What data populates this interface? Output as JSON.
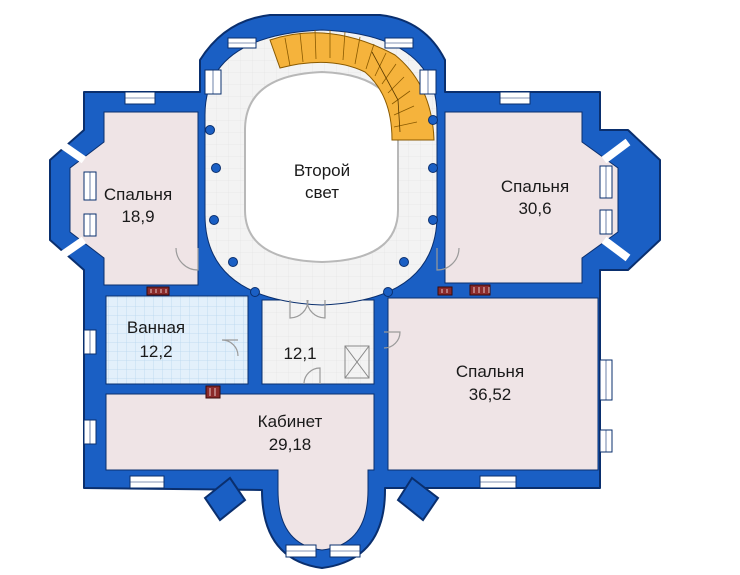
{
  "colors": {
    "wall": "#1a5fc4",
    "wall_outline": "#0a2f6e",
    "room_fill": "#efe4e6",
    "bath_fill": "#e3f0fb",
    "hall_fill": "#f2f2f2",
    "stair_fill": "#f5b33c",
    "window_fill": "#ffffff",
    "radiator": "#8b2a2a"
  },
  "rooms": {
    "bedroom_left": {
      "name": "Спальня",
      "area": "18,9"
    },
    "second_light": {
      "name_line1": "Второй",
      "name_line2": "свет"
    },
    "bedroom_right": {
      "name": "Спальня",
      "area": "30,6"
    },
    "bathroom": {
      "name": "Ванная",
      "area": "12,2"
    },
    "hall": {
      "area": "12,1"
    },
    "bedroom_bottom": {
      "name": "Спальня",
      "area": "36,52"
    },
    "study": {
      "name": "Кабинет",
      "area": "29,18"
    }
  },
  "icons": {
    "stairs": "stairs-icon",
    "door": "door-swing-icon",
    "radiator": "radiator-icon",
    "window": "window-icon",
    "column": "column-icon",
    "shaft": "ventilation-shaft-icon"
  }
}
